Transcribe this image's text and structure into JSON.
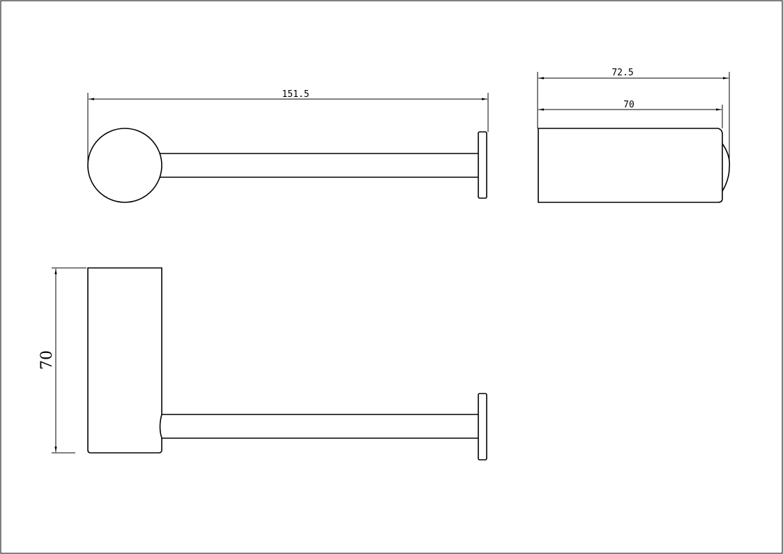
{
  "dimensions": {
    "top_view_length": "151.5",
    "side_view_overall": "72.5",
    "side_view_body": "70",
    "front_view_height": "70"
  },
  "colors": {
    "line": "#000000",
    "background": "#ffffff"
  }
}
